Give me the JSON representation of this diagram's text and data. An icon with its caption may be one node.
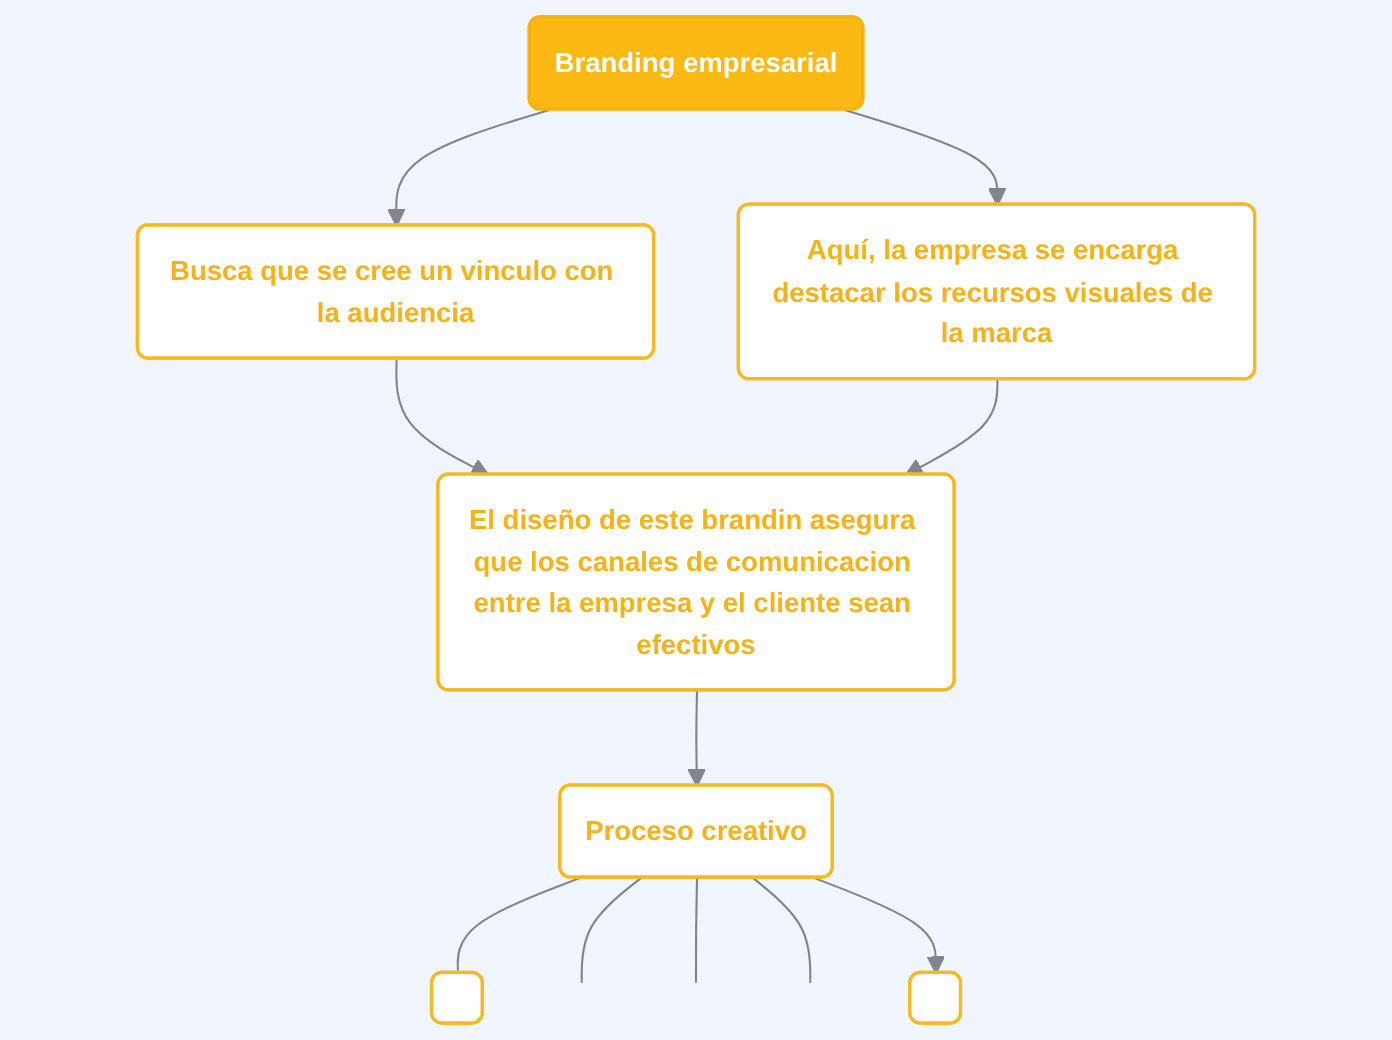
{
  "diagram": {
    "nodes": [
      {
        "text": [
          "Branding empresarial"
        ]
      },
      {
        "text": [
          "Busca que se cree un vinculo con la audiencia"
        ]
      },
      {
        "text": [
          "Aquí, la empresa se encarga destacar los recursos visuales de la marca"
        ]
      },
      {
        "text": [
          "El diseño de este brandin asegura que los canales de comunicacion entre la empresa y el cliente sean efectivos"
        ]
      },
      {
        "text": [
          "Proceso creativo"
        ]
      },
      {
        "text": [],
        "shape": "box"
      },
      {
        "text": [],
        "shape": "box"
      }
    ],
    "edges": [
      {
        "from": 0,
        "to": 1,
        "arrow": "to"
      },
      {
        "from": 0,
        "to": 2,
        "arrow": "to"
      },
      {
        "from": 1,
        "to": 3,
        "arrow": "to"
      },
      {
        "from": 2,
        "to": 3,
        "arrow": "to"
      },
      {
        "from": 3,
        "to": 4,
        "arrow": "to"
      },
      {
        "from": 4,
        "to": 5,
        "arrow": "none"
      },
      {
        "from": 4,
        "to": null,
        "arrow": "none"
      },
      {
        "from": 4,
        "to": null,
        "arrow": "none"
      },
      {
        "from": 4,
        "to": null,
        "arrow": "none"
      },
      {
        "from": 4,
        "to": 6,
        "arrow": "to"
      }
    ]
  }
}
